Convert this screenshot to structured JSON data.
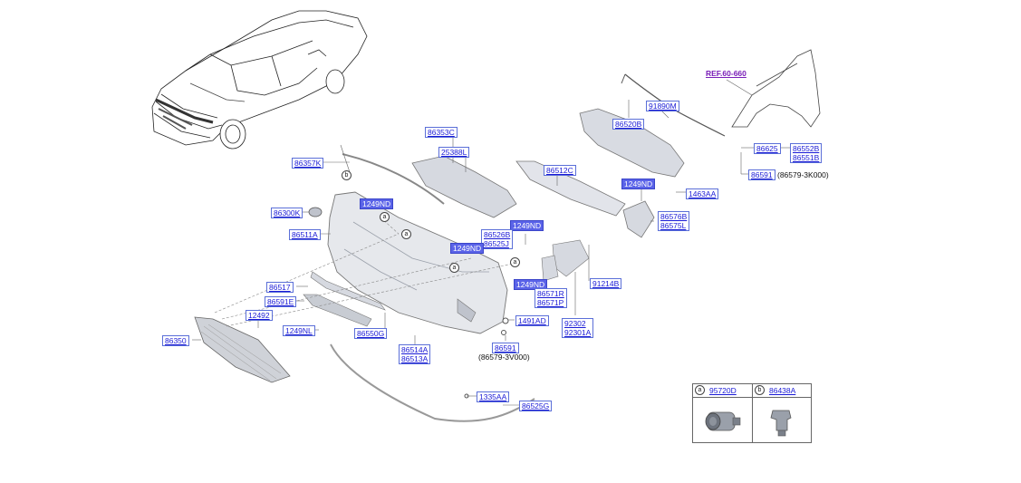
{
  "ref_label": "REF.60-660",
  "parts": {
    "p91890M": "91890M",
    "p86520B": "86520B",
    "p86353C": "86353C",
    "p25388L": "25388L",
    "p86357K": "86357K",
    "p86512C": "86512C",
    "p1249ND_a": "1249ND",
    "p1249ND_b": "1249ND",
    "p1249ND_c": "1249ND",
    "p1249ND_d": "1249ND",
    "p1249ND_e": "1249ND",
    "p1463AA": "1463AA",
    "p86576B": "86576B",
    "p86575L": "86575L",
    "p86300K": "86300K",
    "p86511A": "86511A",
    "p86526B": "86526B",
    "p86525J": "86525J",
    "p86625": "86625",
    "p86552B": "86552B",
    "p86551B": "86551B",
    "p86591_a": "86591",
    "p86517": "86517",
    "p86591E": "86591E",
    "p12492": "12492",
    "p1249NL": "1249NL",
    "p86550G": "86550G",
    "p86350": "86350",
    "p86514A": "86514A",
    "p86513A": "86513A",
    "p86571R": "86571R",
    "p86571P": "86571P",
    "p91214B": "91214B",
    "p92302": "92302",
    "p92301A": "92301A",
    "p1491AD": "1491AD",
    "p86591_b": "86591",
    "p1335AA": "1335AA",
    "p86525G": "86525G"
  },
  "notes": {
    "n1": "(86579-3K000)",
    "n2": "(86579-3V000)"
  },
  "callouts": {
    "a": "a",
    "b": "b"
  },
  "legend": {
    "a_letter": "a",
    "a_part": "95720D",
    "b_letter": "b",
    "b_part": "86438A"
  }
}
